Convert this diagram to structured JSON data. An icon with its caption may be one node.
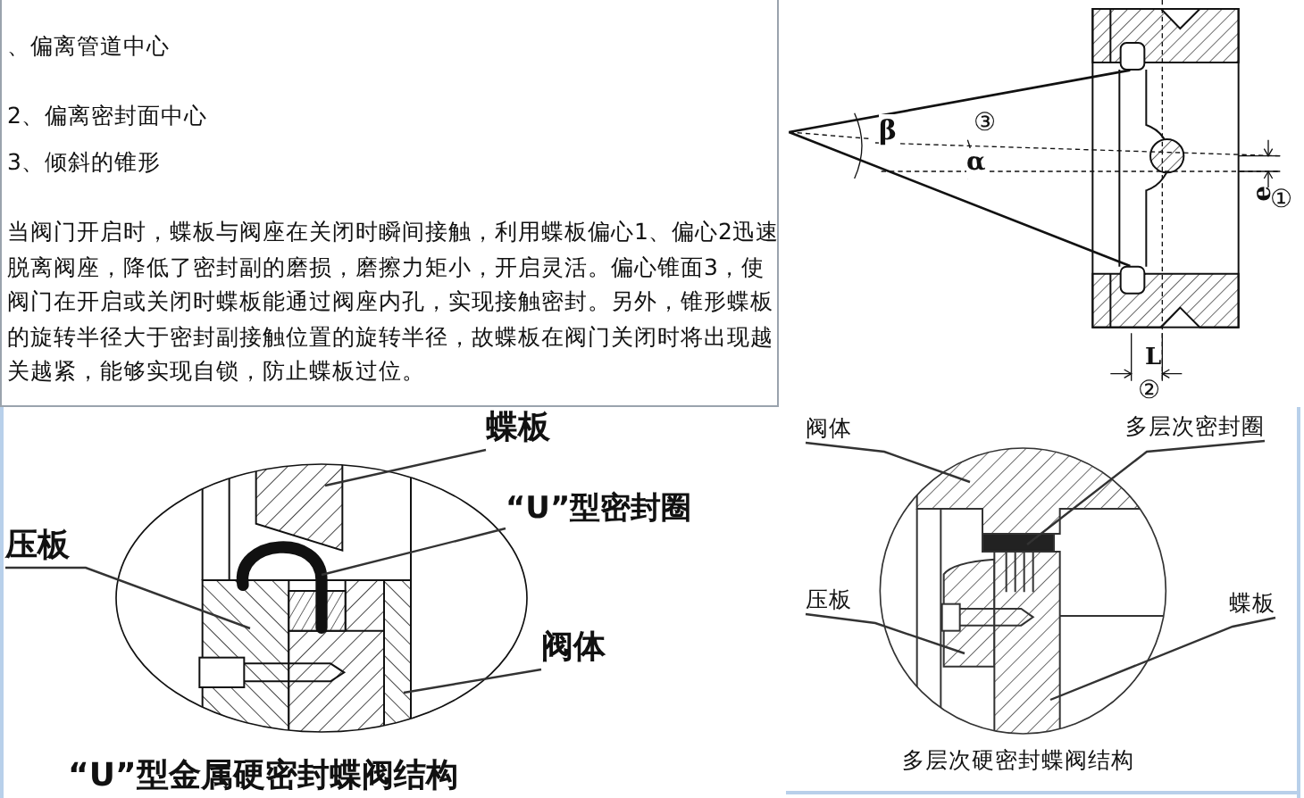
{
  "diagram": {
    "nodes": [
      {
        "text": [
          "蝶板"
        ]
      },
      {
        "text": [
          "“U”型密封圈"
        ]
      },
      {
        "text": [
          "压板"
        ]
      },
      {
        "text": [
          "阀体"
        ]
      },
      {
        "text": [
          "阀体"
        ]
      },
      {
        "text": [
          "多层次密封圈"
        ]
      },
      {
        "text": [
          "压板"
        ]
      },
      {
        "text": [
          "蝶板"
        ]
      },
      {
        "text": [],
        "shape": "box"
      },
      {
        "text": [],
        "shape": "picture"
      },
      {
        "text": [],
        "shape": "box"
      },
      {
        "text": [],
        "shape": "box"
      },
      {
        "text": [],
        "shape": "box"
      },
      {
        "text": [],
        "shape": "bar"
      },
      {
        "text": [],
        "shape": "box"
      },
      {
        "text": [],
        "shape": "box"
      }
    ],
    "edges": [
      {
        "from": 0,
        "to": 8,
        "arrow": "none"
      },
      {
        "from": 1,
        "to": 9,
        "arrow": "none"
      },
      {
        "from": 2,
        "to": 10,
        "arrow": "none"
      },
      {
        "from": 3,
        "to": 11,
        "arrow": "none"
      },
      {
        "from": 4,
        "to": 12,
        "arrow": "none"
      },
      {
        "from": 5,
        "to": 13,
        "arrow": "none"
      },
      {
        "from": 6,
        "to": 14,
        "arrow": "none"
      },
      {
        "from": 7,
        "to": 15,
        "arrow": "none"
      }
    ],
    "labels": [
      "、偏离管道中心",
      "2、偏离密封面中心",
      "3、倾斜的锥形",
      "当阀门开启时，蝶板与阀座在关闭时瞬间接触，利用蝶板偏心1、偏心2迅速脱离阀座，降低了密封副的磨损，磨擦力矩小，开启灵活。偏心锥面3，使阀门在开启或关闭时蝶板能通过阀座内孔，实现接触密封。另外，锥形蝶板的旋转半径大于密封副接触位置的旋转半径，故蝶板在阀门关闭时将出现越关越紧，能够实现自锁，防止蝶板过位。",
      "β",
      "③",
      "α",
      "e",
      "①",
      "L",
      "②",
      "“U”型金属硬密封蝶阀结构",
      "多层次硬密封蝶阀结构"
    ]
  }
}
